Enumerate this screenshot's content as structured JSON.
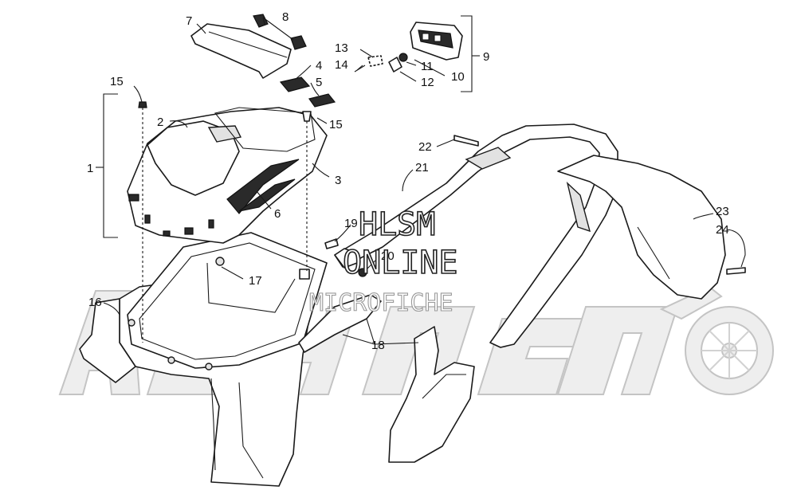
{
  "callouts": [
    {
      "id": "c1",
      "label": "1"
    },
    {
      "id": "c2",
      "label": "2"
    },
    {
      "id": "c3",
      "label": "3"
    },
    {
      "id": "c4",
      "label": "4"
    },
    {
      "id": "c5",
      "label": "5"
    },
    {
      "id": "c6",
      "label": "6"
    },
    {
      "id": "c7",
      "label": "7"
    },
    {
      "id": "c8",
      "label": "8"
    },
    {
      "id": "c9",
      "label": "9"
    },
    {
      "id": "c10",
      "label": "10"
    },
    {
      "id": "c11",
      "label": "11"
    },
    {
      "id": "c12",
      "label": "12"
    },
    {
      "id": "c13",
      "label": "13"
    },
    {
      "id": "c14",
      "label": "14"
    },
    {
      "id": "c15a",
      "label": "15"
    },
    {
      "id": "c15b",
      "label": "15"
    },
    {
      "id": "c16",
      "label": "16"
    },
    {
      "id": "c17",
      "label": "17"
    },
    {
      "id": "c18",
      "label": "18"
    },
    {
      "id": "c19",
      "label": "19"
    },
    {
      "id": "c20",
      "label": "20"
    },
    {
      "id": "c21",
      "label": "21"
    },
    {
      "id": "c22",
      "label": "22"
    },
    {
      "id": "c23",
      "label": "23"
    },
    {
      "id": "c24",
      "label": "24"
    }
  ],
  "watermark": {
    "line1": "HLSM",
    "line2": "ONLINE",
    "line3": "MICROFICHE"
  }
}
